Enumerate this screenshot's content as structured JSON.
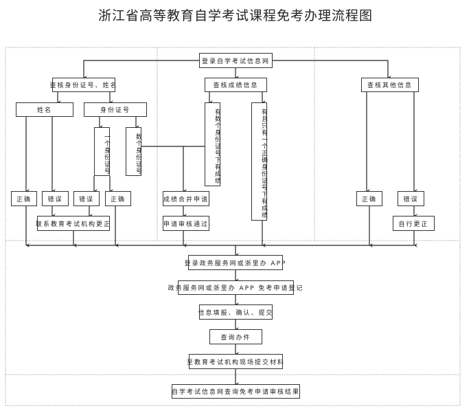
{
  "title": "浙江省高等教育自学考试课程免考办理流程图",
  "nodes": {
    "login_zikao": "登录自学考试信息网",
    "check_id_name": "查核身份证号、姓名",
    "check_scores": "查核成绩信息",
    "check_other": "查核其他信息",
    "name": "姓名",
    "id_number": "身份证号",
    "one_id": "一个身份证号",
    "multiple_ids": "数个身份证号",
    "scores_multi_ids": "有数个身份证号下有成绩",
    "scores_one_id": "有且只有一个正确身份证号下有成绩",
    "name_correct": "正确",
    "name_wrong": "错误",
    "id_wrong": "错误",
    "id_correct": "正确",
    "contact_exam_org": "联系教育考试机构更正",
    "merge_scores": "成绩合并申请",
    "approved": "申请审核通过",
    "other_correct": "正确",
    "other_wrong": "错误",
    "self_correct": "自行更正",
    "login_gov": "登录政务服务网或浙里办 APP",
    "register": "政务服务网或浙里办 APP 免考申请登记",
    "fill_info": "信息填报、确认、提交",
    "query_case": "查询办件",
    "submit_materials": "至教育考试机构现场提交材料",
    "query_result": "自学考试信息网查询免考申请审核结果"
  }
}
